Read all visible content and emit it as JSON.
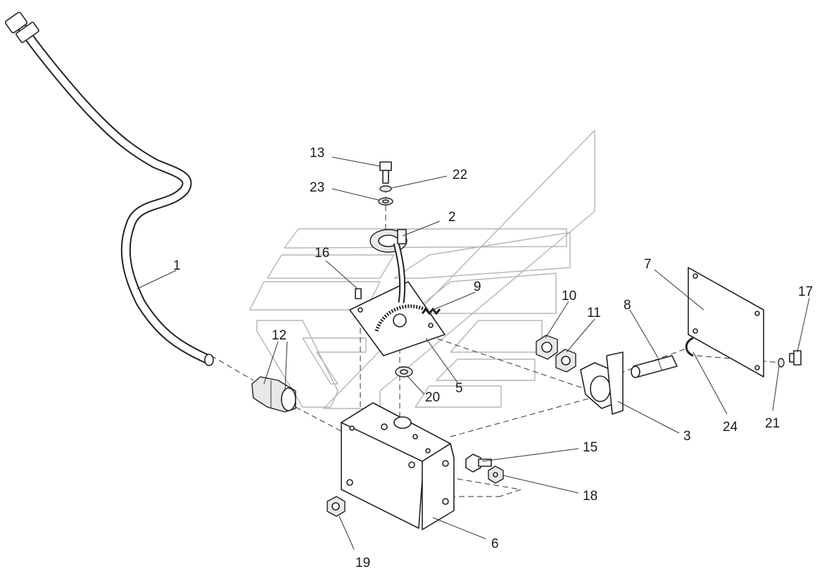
{
  "callouts": [
    {
      "id": "c1",
      "text": "1"
    },
    {
      "id": "c2",
      "text": "2"
    },
    {
      "id": "c3",
      "text": "3"
    },
    {
      "id": "c5",
      "text": "5"
    },
    {
      "id": "c6",
      "text": "6"
    },
    {
      "id": "c7",
      "text": "7"
    },
    {
      "id": "c8",
      "text": "8"
    },
    {
      "id": "c9",
      "text": "9"
    },
    {
      "id": "c10",
      "text": "10"
    },
    {
      "id": "c11",
      "text": "11"
    },
    {
      "id": "c12",
      "text": "12"
    },
    {
      "id": "c13",
      "text": "13"
    },
    {
      "id": "c15",
      "text": "15"
    },
    {
      "id": "c16",
      "text": "16"
    },
    {
      "id": "c17",
      "text": "17"
    },
    {
      "id": "c18",
      "text": "18"
    },
    {
      "id": "c19",
      "text": "19"
    },
    {
      "id": "c20",
      "text": "20"
    },
    {
      "id": "c21",
      "text": "21"
    },
    {
      "id": "c22",
      "text": "22"
    },
    {
      "id": "c23",
      "text": "23"
    },
    {
      "id": "c24",
      "text": "24"
    }
  ],
  "colors": {
    "line": "#222222",
    "background": "#ffffff",
    "watermark": "#b5b5b5"
  }
}
